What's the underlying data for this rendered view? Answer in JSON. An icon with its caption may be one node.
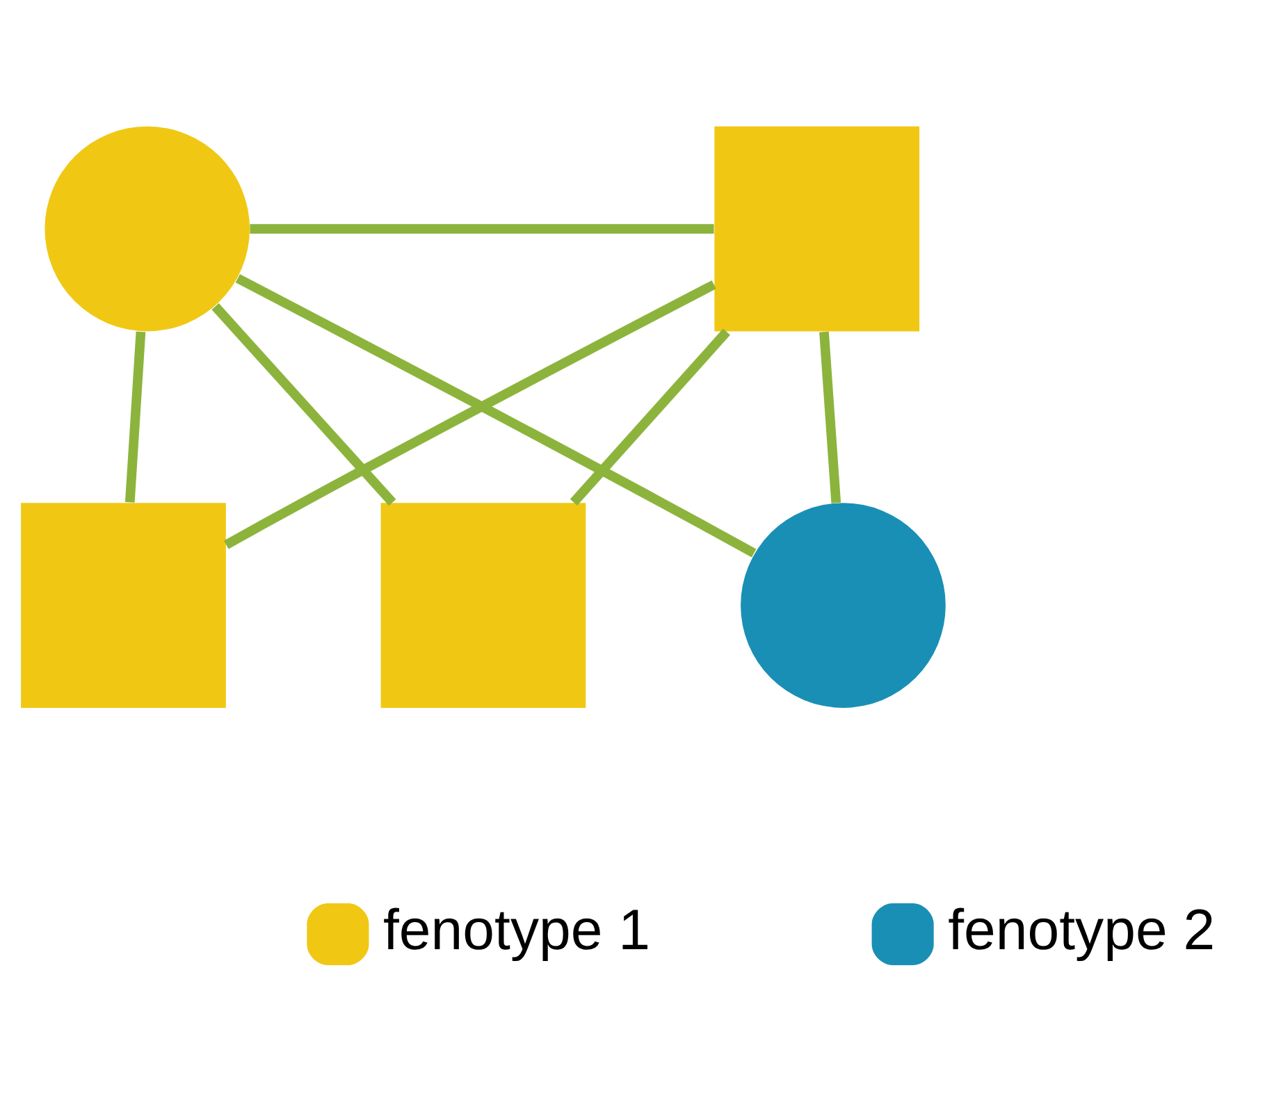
{
  "diagram": {
    "nodes": [
      {
        "text": [],
        "shape": "circle"
      },
      {
        "text": [],
        "shape": "box"
      },
      {
        "text": [],
        "shape": "box"
      },
      {
        "text": [],
        "shape": "box"
      },
      {
        "text": [],
        "shape": "circle"
      }
    ],
    "edges": [
      {
        "from": 0,
        "to": 1,
        "arrow": "none"
      },
      {
        "from": 0,
        "to": 2,
        "arrow": "none"
      },
      {
        "from": 0,
        "to": 3,
        "arrow": "none"
      },
      {
        "from": 0,
        "to": 4,
        "arrow": "none"
      },
      {
        "from": 1,
        "to": 2,
        "arrow": "none"
      },
      {
        "from": 1,
        "to": 3,
        "arrow": "none"
      },
      {
        "from": 1,
        "to": 4,
        "arrow": "none"
      }
    ],
    "legend": [
      {
        "text": "fenotype 1",
        "color": "#f0c814"
      },
      {
        "text": "fenotype 2",
        "color": "#1a8fb5"
      }
    ]
  }
}
